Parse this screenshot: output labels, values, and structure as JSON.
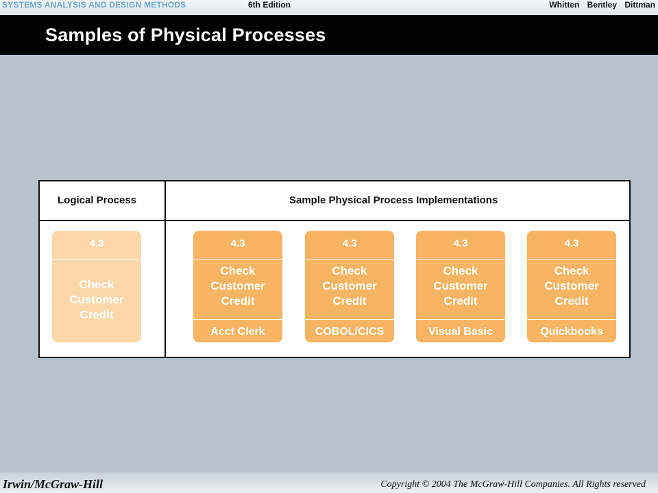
{
  "header": {
    "book_title": "SYSTEMS ANALYSIS AND DESIGN METHODS",
    "edition": "6th Edition",
    "authors": "Whitten Bentley Dittman"
  },
  "slide": {
    "title": "Samples of Physical Processes"
  },
  "diagram": {
    "left_header": "Logical Process",
    "right_header": "Sample Physical Process Implementations",
    "logical": {
      "id": "4.3",
      "name_lines": [
        "Check",
        "Customer",
        "Credit"
      ]
    },
    "physical": [
      {
        "id": "4.3",
        "name_lines": [
          "Check",
          "Customer",
          "Credit"
        ],
        "implementation": "Acct Clerk"
      },
      {
        "id": "4.3",
        "name_lines": [
          "Check",
          "Customer",
          "Credit"
        ],
        "implementation": "COBOL/CICS"
      },
      {
        "id": "4.3",
        "name_lines": [
          "Check",
          "Customer",
          "Credit"
        ],
        "implementation": "Visual Basic"
      },
      {
        "id": "4.3",
        "name_lines": [
          "Check",
          "Customer",
          "Credit"
        ],
        "implementation": "Quickbooks"
      }
    ],
    "colors": {
      "logical_fill": "#fbd7aa",
      "physical_fill": "#f7b463",
      "background": "#b7c2cb"
    }
  },
  "footer": {
    "publisher": "Irwin/McGraw-Hill",
    "copyright": "Copyright © 2004 The McGraw-Hill Companies. All Rights reserved"
  }
}
